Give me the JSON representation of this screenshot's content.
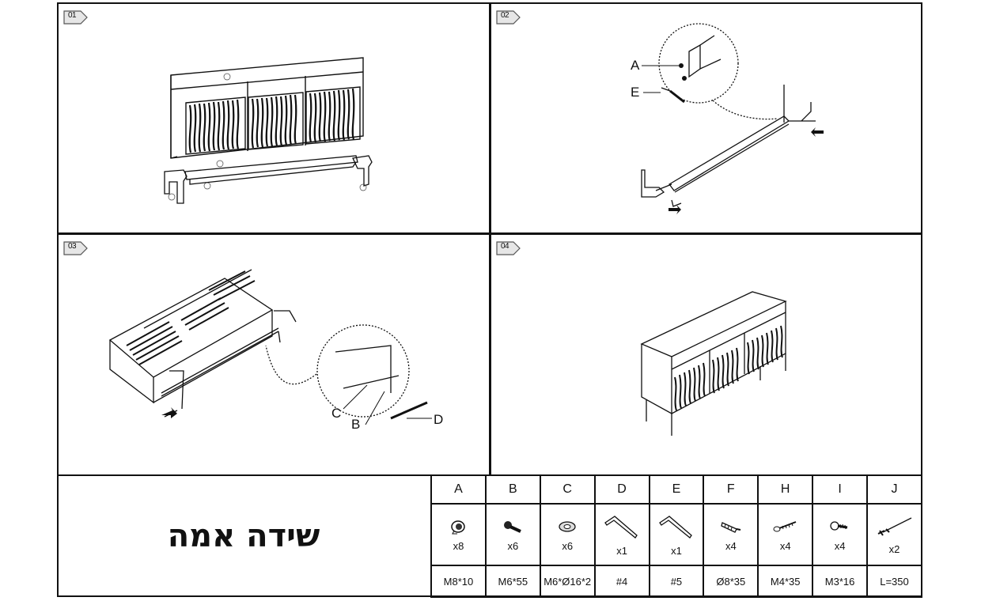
{
  "steps": [
    {
      "number": "01"
    },
    {
      "number": "02",
      "callouts": [
        "A",
        "E"
      ]
    },
    {
      "number": "03",
      "callouts": [
        "C",
        "B",
        "D"
      ]
    },
    {
      "number": "04"
    }
  ],
  "product_title": "שידה אמה",
  "parts": [
    {
      "letter": "A",
      "icon": "cap-screw-icon",
      "qty": "x8",
      "spec": "M8*10"
    },
    {
      "letter": "B",
      "icon": "bolt-icon",
      "qty": "x6",
      "spec": "M6*55"
    },
    {
      "letter": "C",
      "icon": "washer-icon",
      "qty": "x6",
      "spec": "M6*Ø16*2"
    },
    {
      "letter": "D",
      "icon": "allen-key-icon",
      "qty": "x1",
      "spec": "#4"
    },
    {
      "letter": "E",
      "icon": "allen-key-icon",
      "qty": "x1",
      "spec": "#5"
    },
    {
      "letter": "F",
      "icon": "wall-plug-icon",
      "qty": "x4",
      "spec": "Ø8*35"
    },
    {
      "letter": "H",
      "icon": "wood-screw-icon",
      "qty": "x4",
      "spec": "M4*35"
    },
    {
      "letter": "I",
      "icon": "short-screw-icon",
      "qty": "x4",
      "spec": "M3*16"
    },
    {
      "letter": "J",
      "icon": "anti-tip-strap-icon",
      "qty": "x2",
      "spec": "L=350"
    }
  ]
}
